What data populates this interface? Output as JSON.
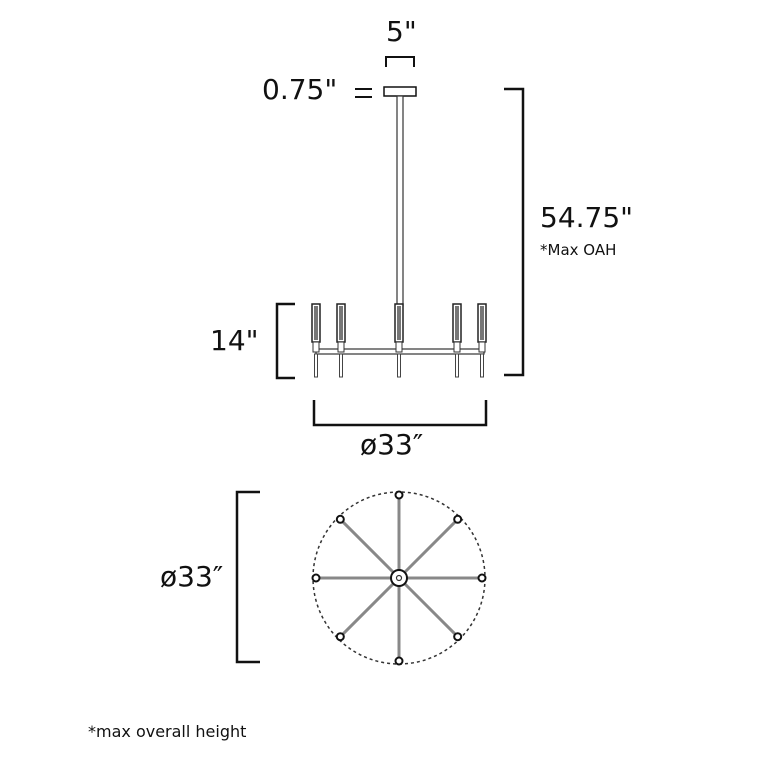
{
  "dimensions": {
    "canopy_width": "5\"",
    "canopy_height": "0.75\"",
    "overall_height": "54.75\"",
    "overall_height_note": "*Max OAH",
    "fixture_height": "14\"",
    "side_diameter": "ø33″",
    "top_diameter": "ø33″"
  },
  "footnote": "*max overall height",
  "lights": 8
}
